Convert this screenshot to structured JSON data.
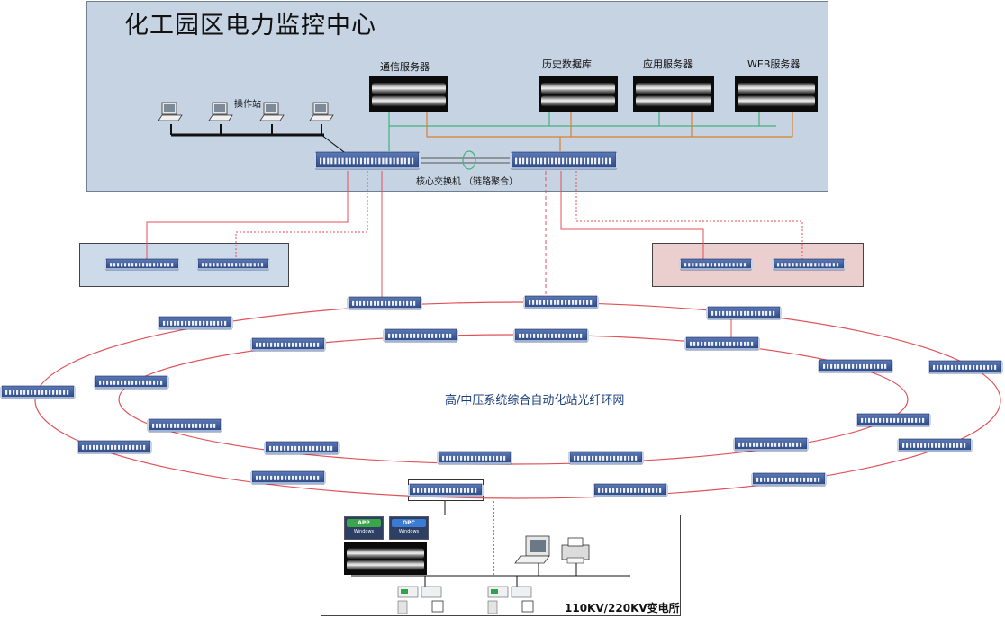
{
  "title": "化工园区电力监控中心",
  "servers": {
    "comm": "通信服务器",
    "history": "历史数据库",
    "app": "应用服务器",
    "web": "WEB服务器"
  },
  "operator_station": "操作站",
  "core_switch": "核心交换机 （链路聚合）",
  "ring": "高/中压系统综合自动化站光纤环网",
  "substation": "110KV/220KV变电所",
  "panels": [
    {
      "top": "APP",
      "bottom": "Windows"
    },
    {
      "top": "OPC",
      "bottom": "Windows"
    }
  ],
  "colors": {
    "center_bg": "#c5d3e3",
    "ring_line": "#e0525a",
    "green_link": "#43b17a",
    "orange_link": "#d9822b",
    "switch_blue": "#3a5a99",
    "blue_box": "#ccdaea",
    "pink_box": "#ebcfcf"
  }
}
